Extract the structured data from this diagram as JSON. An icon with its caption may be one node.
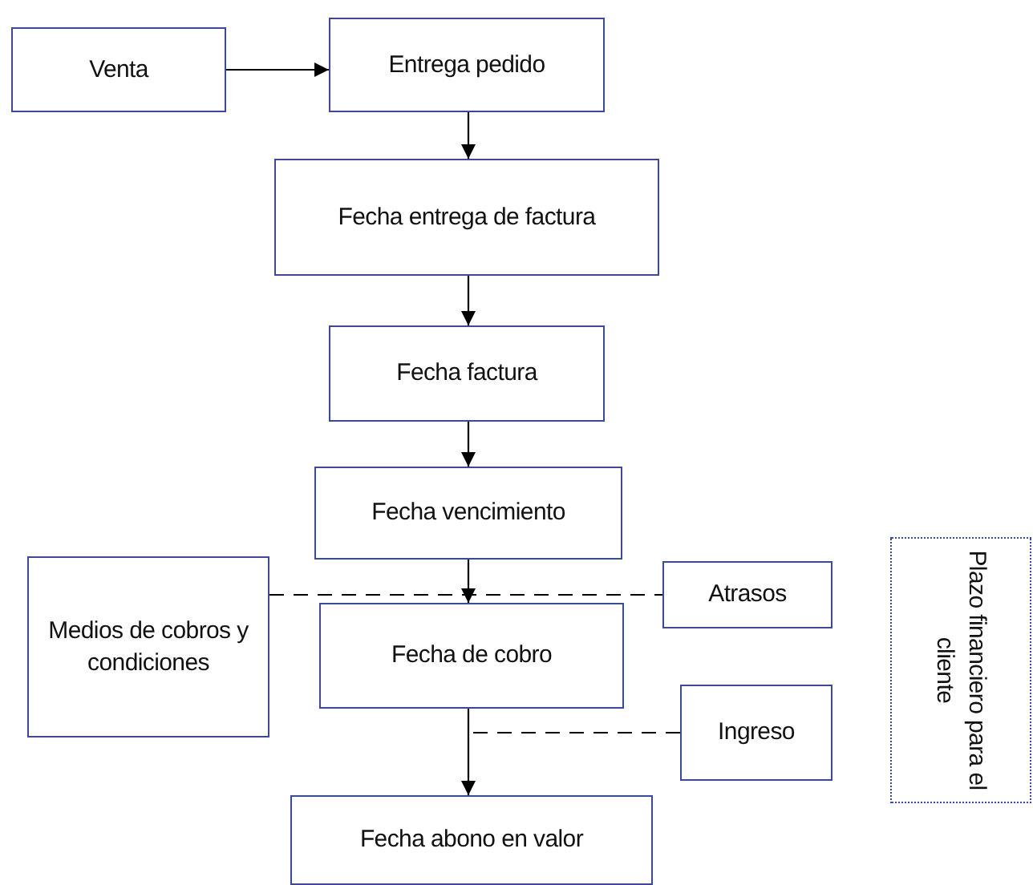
{
  "diagram": {
    "nodes": [
      {
        "text": [
          "Venta"
        ]
      },
      {
        "text": [
          "Entrega pedido"
        ]
      },
      {
        "text": [
          "Fecha entrega de factura"
        ]
      },
      {
        "text": [
          "Fecha factura"
        ]
      },
      {
        "text": [
          "Fecha vencimiento"
        ]
      },
      {
        "text": [
          "Medios de cobros y condiciones"
        ]
      },
      {
        "text": [
          "Atrasos"
        ]
      },
      {
        "text": [
          "Fecha de cobro"
        ]
      },
      {
        "text": [
          "Ingreso"
        ]
      },
      {
        "text": [
          "Fecha abono en valor"
        ]
      },
      {
        "text": [
          "Plazo financiero para el cliente"
        ]
      }
    ],
    "edges": [
      {
        "from": 0,
        "to": 1,
        "arrow": "to"
      },
      {
        "from": 1,
        "to": 2,
        "arrow": "to"
      },
      {
        "from": 2,
        "to": 3,
        "arrow": "to"
      },
      {
        "from": 3,
        "to": 4,
        "arrow": "to"
      },
      {
        "from": 4,
        "to": 7,
        "arrow": "to"
      },
      {
        "from": 7,
        "to": 9,
        "arrow": "to"
      },
      {
        "from": 5,
        "to": 6,
        "arrow": "none",
        "style": "dashed"
      },
      {
        "from": 8,
        "to": null,
        "arrow": "none",
        "style": "dashed"
      }
    ]
  }
}
